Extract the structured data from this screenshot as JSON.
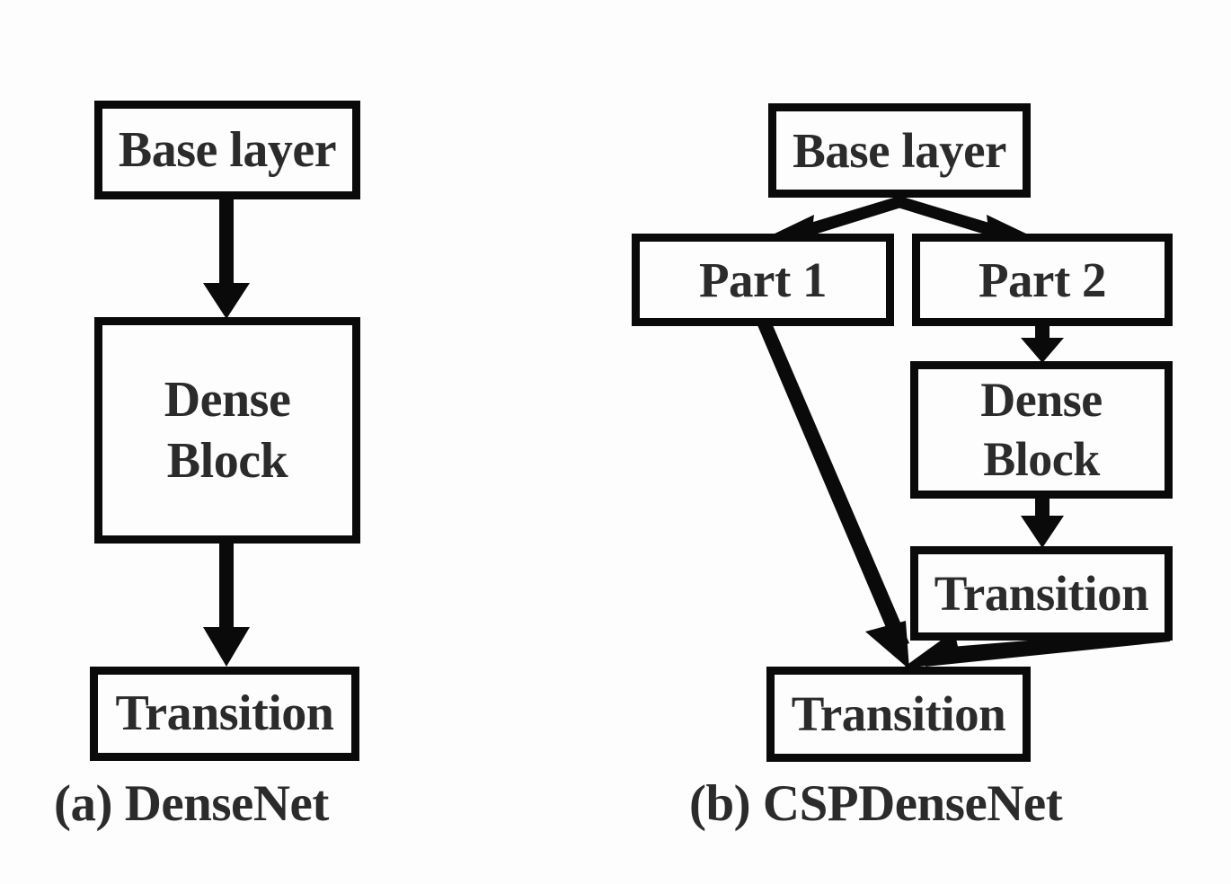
{
  "figure": {
    "background_color": "#fdfdfd",
    "stroke_color": "#0a0a0a",
    "text_color": "#2b2b2b"
  },
  "panels": [
    {
      "id": "a",
      "caption": "(a) DenseNet",
      "nodes": [
        {
          "id": "a-base",
          "label": "Base layer"
        },
        {
          "id": "a-dense",
          "label": "Dense Block",
          "line1": "Dense",
          "line2": "Block"
        },
        {
          "id": "a-trans",
          "label": "Transition"
        }
      ],
      "edges": [
        {
          "from": "a-base",
          "to": "a-dense",
          "kind": "straight-arrow"
        },
        {
          "from": "a-dense",
          "to": "a-trans",
          "kind": "straight-arrow"
        }
      ]
    },
    {
      "id": "b",
      "caption": "(b) CSPDenseNet",
      "nodes": [
        {
          "id": "b-base",
          "label": "Base layer"
        },
        {
          "id": "b-part1",
          "label": "Part 1"
        },
        {
          "id": "b-part2",
          "label": "Part 2"
        },
        {
          "id": "b-dense",
          "label": "Dense Block",
          "line1": "Dense",
          "line2": "Block"
        },
        {
          "id": "b-trans-top",
          "label": "Transition"
        },
        {
          "id": "b-trans-bot",
          "label": "Transition"
        }
      ],
      "edges": [
        {
          "from": "b-base",
          "to": "b-part1",
          "kind": "split-arrow-left"
        },
        {
          "from": "b-base",
          "to": "b-part2",
          "kind": "split-arrow-right"
        },
        {
          "from": "b-part2",
          "to": "b-dense",
          "kind": "straight-arrow"
        },
        {
          "from": "b-dense",
          "to": "b-trans-top",
          "kind": "straight-arrow"
        },
        {
          "from": "b-part1",
          "to": "b-trans-bot",
          "kind": "diagonal-arrow"
        },
        {
          "from": "b-trans-top",
          "to": "b-trans-bot",
          "kind": "tapered-arrow"
        }
      ]
    }
  ]
}
